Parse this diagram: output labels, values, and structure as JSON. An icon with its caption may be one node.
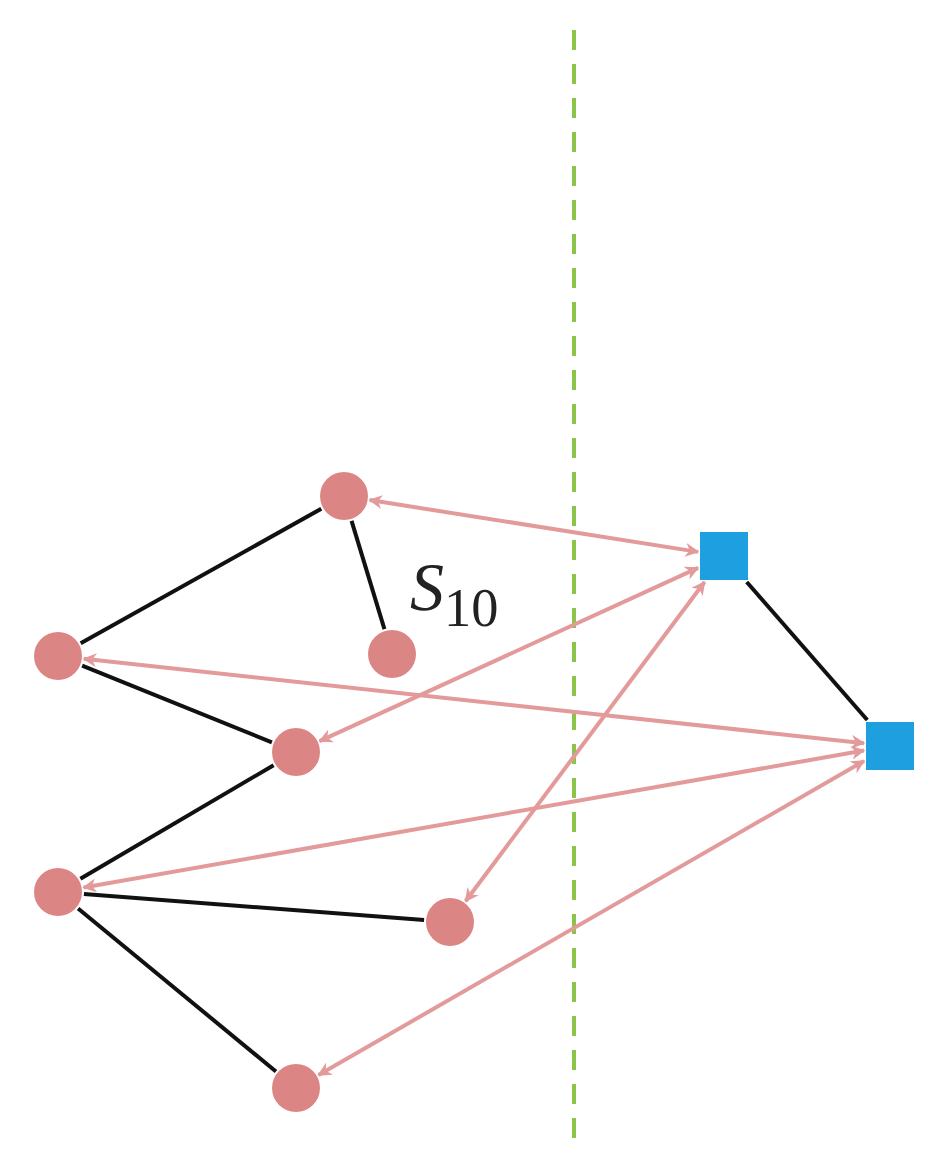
{
  "diagram": {
    "nodes": [
      {
        "text": [],
        "shape": "circle"
      },
      {
        "text": [],
        "shape": "box"
      },
      {
        "text": [],
        "shape": "circle"
      },
      {
        "text": [],
        "shape": "circle"
      },
      {
        "text": [],
        "shape": "circle"
      },
      {
        "text": [],
        "shape": "box"
      },
      {
        "text": [],
        "shape": "circle"
      },
      {
        "text": [],
        "shape": "circle"
      },
      {
        "text": [],
        "shape": "circle"
      }
    ],
    "edges": [
      {
        "from": 0,
        "to": 2,
        "arrow": "none"
      },
      {
        "from": 0,
        "to": 3,
        "arrow": "none"
      },
      {
        "from": 2,
        "to": 4,
        "arrow": "none"
      },
      {
        "from": 4,
        "to": 6,
        "arrow": "none"
      },
      {
        "from": 6,
        "to": 7,
        "arrow": "none"
      },
      {
        "from": 6,
        "to": 8,
        "arrow": "none"
      },
      {
        "from": 1,
        "to": 5,
        "arrow": "none"
      },
      {
        "from": 0,
        "to": 1,
        "arrow": "both",
        "color": "#e39a9a"
      },
      {
        "from": 1,
        "to": 4,
        "arrow": "both",
        "color": "#e39a9a"
      },
      {
        "from": 1,
        "to": 7,
        "arrow": "both",
        "color": "#e39a9a"
      },
      {
        "from": 2,
        "to": 5,
        "arrow": "both",
        "color": "#e39a9a"
      },
      {
        "from": 6,
        "to": 5,
        "arrow": "both",
        "color": "#e39a9a"
      },
      {
        "from": 8,
        "to": 5,
        "arrow": "both",
        "color": "#e39a9a"
      }
    ],
    "labels": [
      "*S*$_{10}$"
    ]
  }
}
